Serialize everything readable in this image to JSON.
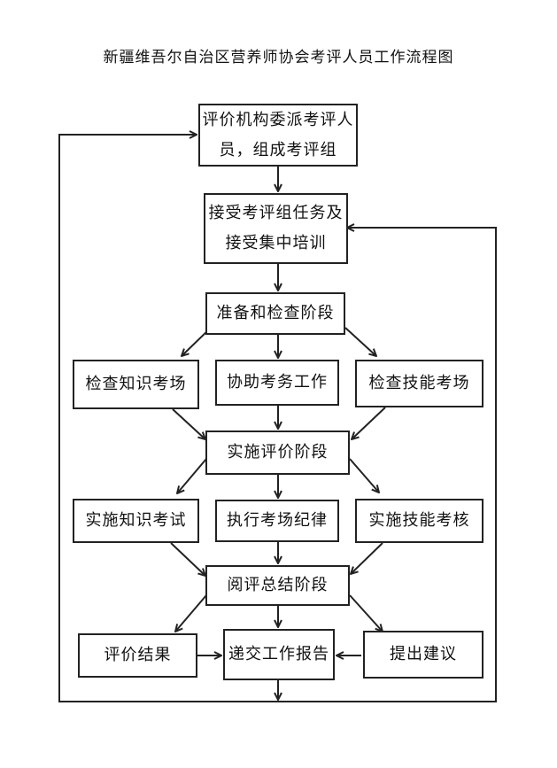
{
  "title": "新疆维吾尔自治区营养师协会考评人员工作流程图",
  "nodes": {
    "assign": "评价机构委派考评人员，组成考评组",
    "accept": "接受考评组任务及接受集中培训",
    "prepare": "准备和检查阶段",
    "check_knowledge": "检查知识考场",
    "assist": "协助考务工作",
    "check_skill": "检查技能考场",
    "implement": "实施评价阶段",
    "impl_knowledge": "实施知识考试",
    "discipline": "执行考场纪律",
    "impl_skill": "实施技能考核",
    "review": "阅评总结阶段",
    "result": "评价结果",
    "report": "递交工作报告",
    "suggest": "提出建议"
  }
}
